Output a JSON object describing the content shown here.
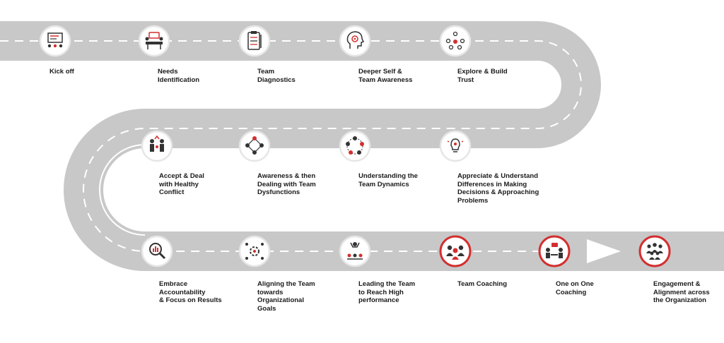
{
  "colors": {
    "road": "#c8c8c8",
    "lane_mark": "#ffffff",
    "icon_ring": "#e6e6e6",
    "accent": "#d32f2f",
    "icon_dark": "#333333",
    "text": "#1a1a1a"
  },
  "milestones": [
    {
      "label": "Kick off",
      "icon": "presentation-icon",
      "highlight": false
    },
    {
      "label": "Needs\nIdentification",
      "icon": "meeting-table-icon",
      "highlight": false
    },
    {
      "label": "Team\nDiagnostics",
      "icon": "clipboard-checklist-icon",
      "highlight": false
    },
    {
      "label": "Deeper Self &\nTeam Awareness",
      "icon": "head-profile-icon",
      "highlight": false
    },
    {
      "label": "Explore & Build\nTrust",
      "icon": "team-network-icon",
      "highlight": false
    },
    {
      "label": "Appreciate & Understand\nDifferences in Making\nDecisions & Approaching\nProblems",
      "icon": "lightbulb-icon",
      "highlight": false
    },
    {
      "label": "Understanding the\nTeam Dynamics",
      "icon": "team-circle-icon",
      "highlight": false
    },
    {
      "label": "Awareness & then\nDealing with Team\nDysfunctions",
      "icon": "people-nodes-icon",
      "highlight": false
    },
    {
      "label": "Accept & Deal\nwith Healthy\nConflict",
      "icon": "conflict-people-icon",
      "highlight": false
    },
    {
      "label": "Embrace\nAccountability\n& Focus on Results",
      "icon": "magnifier-chart-icon",
      "highlight": false
    },
    {
      "label": "Aligning the Team\ntowards\nOrganizational\nGoals",
      "icon": "gear-people-icon",
      "highlight": false
    },
    {
      "label": "Leading the Team\nto Reach High\nperformance",
      "icon": "leader-team-icon",
      "highlight": false
    },
    {
      "label": "Team Coaching",
      "icon": "team-coaching-icon",
      "highlight": true
    },
    {
      "label": "One on One\nCoaching",
      "icon": "one-on-one-coaching-icon",
      "highlight": true
    },
    {
      "label": "Engagement &\nAlignment across\nthe Organization",
      "icon": "crowd-icon",
      "highlight": true
    }
  ]
}
